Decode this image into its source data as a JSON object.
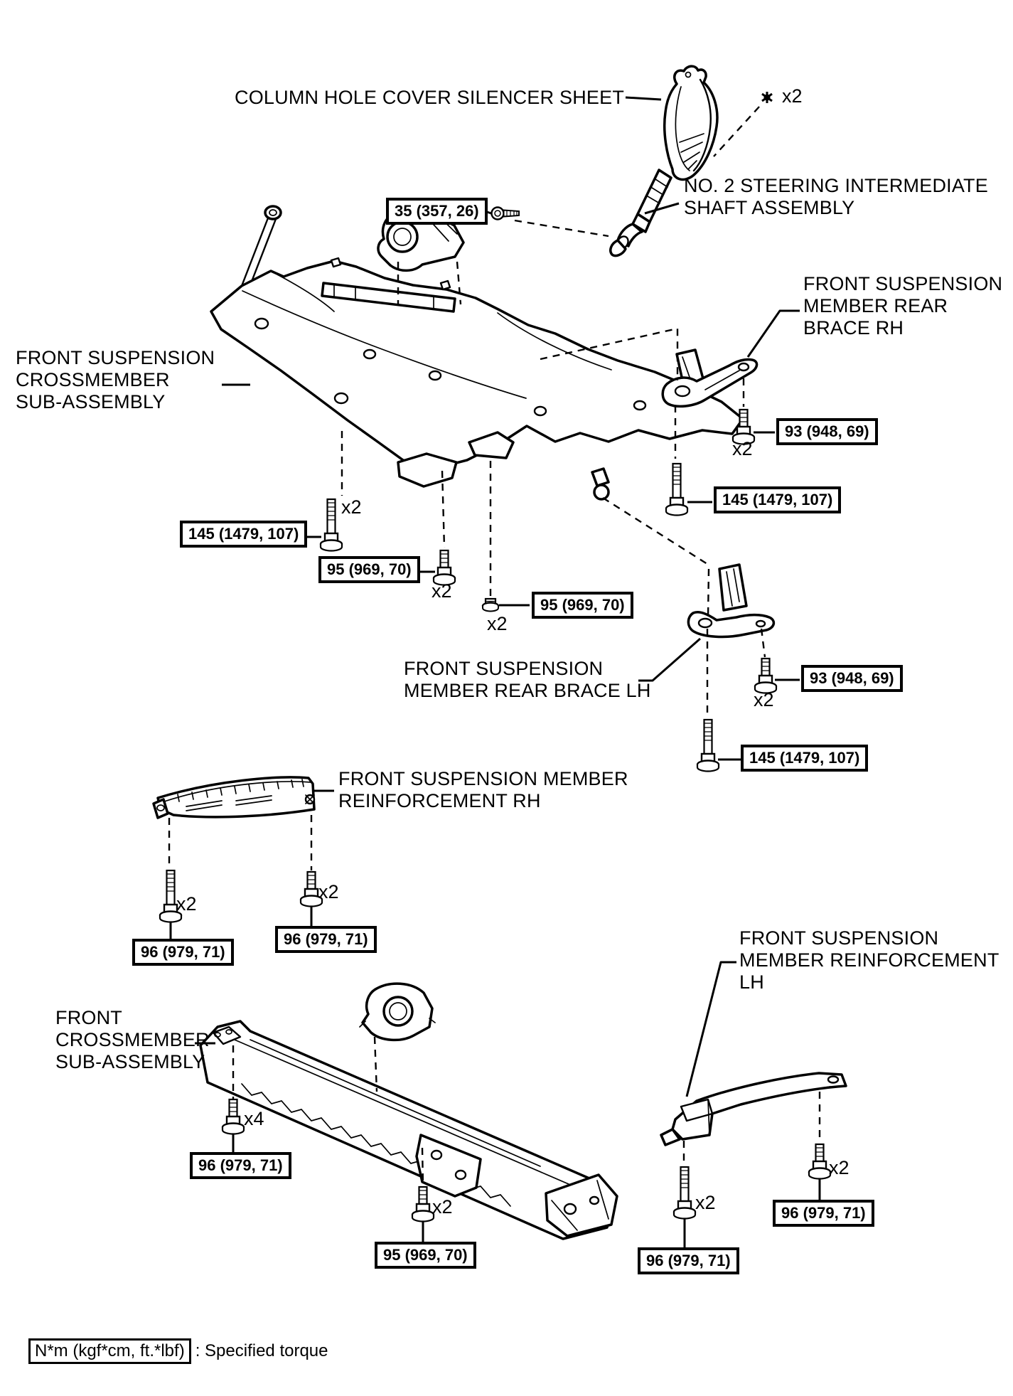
{
  "parts": [
    {
      "id": "column-hole-cover-silencer-sheet",
      "lines": [
        "COLUMN HOLE COVER SILENCER SHEET"
      ]
    },
    {
      "id": "no2-steering-intermediate-shaft-assembly",
      "lines": [
        "NO. 2 STEERING INTERMEDIATE",
        "SHAFT ASSEMBLY"
      ]
    },
    {
      "id": "front-suspension-crossmember-sub-assembly",
      "lines": [
        "FRONT SUSPENSION",
        "CROSSMEMBER",
        "SUB-ASSEMBLY"
      ]
    },
    {
      "id": "front-suspension-member-rear-brace-rh",
      "lines": [
        "FRONT SUSPENSION",
        "MEMBER REAR",
        "BRACE RH"
      ]
    },
    {
      "id": "front-suspension-member-rear-brace-lh",
      "lines": [
        "FRONT SUSPENSION",
        "MEMBER REAR BRACE LH"
      ]
    },
    {
      "id": "front-suspension-member-reinforcement-rh",
      "lines": [
        "FRONT SUSPENSION MEMBER",
        "REINFORCEMENT RH"
      ]
    },
    {
      "id": "front-crossmember-sub-assembly",
      "lines": [
        "FRONT",
        "CROSSMEMBER",
        "SUB-ASSEMBLY"
      ]
    },
    {
      "id": "front-suspension-member-reinforcement-lh",
      "lines": [
        "FRONT SUSPENSION",
        "MEMBER REINFORCEMENT",
        "LH"
      ]
    }
  ],
  "torque_boxes": [
    {
      "value": "35 (357, 26)"
    },
    {
      "value": "93 (948, 69)"
    },
    {
      "value": "145 (1479, 107)"
    },
    {
      "value": "145 (1479, 107)"
    },
    {
      "value": "95 (969, 70)"
    },
    {
      "value": "95 (969, 70)"
    },
    {
      "value": "93 (948, 69)"
    },
    {
      "value": "145 (1479, 107)"
    },
    {
      "value": "96 (979, 71)"
    },
    {
      "value": "96 (979, 71)"
    },
    {
      "value": "96 (979, 71)"
    },
    {
      "value": "95 (969, 70)"
    },
    {
      "value": "96 (979, 71)"
    },
    {
      "value": "96 (979, 71)"
    }
  ],
  "multipliers": [
    {
      "value": "x2"
    },
    {
      "value": "x2"
    },
    {
      "value": "x2"
    },
    {
      "value": "x2"
    },
    {
      "value": "x2"
    },
    {
      "value": "x2"
    },
    {
      "value": "x2"
    },
    {
      "value": "x2"
    },
    {
      "value": "x4"
    },
    {
      "value": "x2"
    },
    {
      "value": "x2"
    },
    {
      "value": "x2"
    }
  ],
  "legend": {
    "units": "N*m (kgf*cm, ft.*lbf)",
    "description": ": Specified torque"
  },
  "colors": {
    "ink": "#000000",
    "paper": "#ffffff"
  }
}
